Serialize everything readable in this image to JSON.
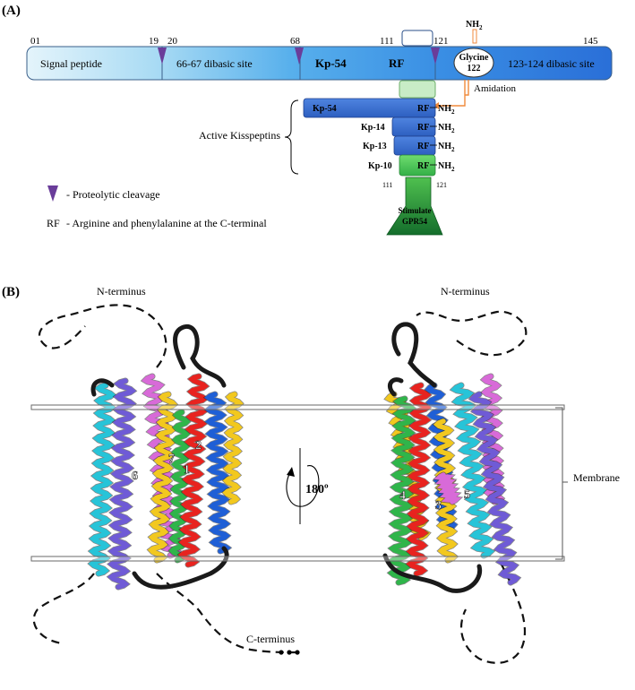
{
  "panel_a": {
    "label": "(A)",
    "positions": {
      "p01": "01",
      "p19": "19",
      "p20": "20",
      "p68": "68",
      "p111": "111",
      "p121": "121",
      "p145": "145"
    },
    "segments": {
      "signal_peptide": "Signal peptide",
      "dibasic_66_67": "66-67 dibasic site",
      "kp54": "Kp-54",
      "rf": "RF",
      "glycine_line1": "Glycine",
      "glycine_line2": "122",
      "nh2_top": "NH",
      "dibasic_123_124": "123-124  dibasic site"
    },
    "amidation": "Amidation",
    "active_kisspeptins": "Active Kisspeptins",
    "peptides": [
      {
        "name": "Kp-54",
        "rf": "RF",
        "nh2": "NH"
      },
      {
        "name": "Kp-14",
        "rf": "RF",
        "nh2": "NH"
      },
      {
        "name": "Kp-13",
        "rf": "RF",
        "nh2": "NH"
      },
      {
        "name": "Kp-10",
        "rf": "RF",
        "nh2": "NH"
      }
    ],
    "sub2": "2",
    "range_111": "111",
    "range_121": "121",
    "stimulate_line1": "Stimulate",
    "stimulate_line2": "GPR54",
    "legend": {
      "cleavage": "- Proteolytic cleavage",
      "rf_key": "RF",
      "rf_desc": "- Arginine and phenylalanine at the C-terminal"
    },
    "colors": {
      "signal_peptide": "#dcf0fa",
      "precursor": "#7cc4ec",
      "precursor_dark": "#2f7fdc",
      "peptide": "#3a6fd0",
      "kp10": "#4cc45a",
      "gpr54": "#1f8a3c",
      "cleavage": "#6a3d9a",
      "amidation": "#f08a3c"
    }
  },
  "panel_b": {
    "label": "(B)",
    "n_terminus_left": "N-terminus",
    "n_terminus_right": "N-terminus",
    "c_terminus": "C-terminus",
    "membrane": "Membrane",
    "rotation": "180º",
    "helix_numbers": [
      "1",
      "2",
      "3",
      "4",
      "5",
      "6",
      "7"
    ],
    "helix_colors": {
      "h1": "#1f5fd6",
      "h2": "#e8231f",
      "h3": "#f2c81e",
      "h4": "#2fb54a",
      "h5": "#27c4d8",
      "h6": "#6f5bd6",
      "h7": "#d86ad8",
      "loops": "#1a1a1a"
    }
  }
}
